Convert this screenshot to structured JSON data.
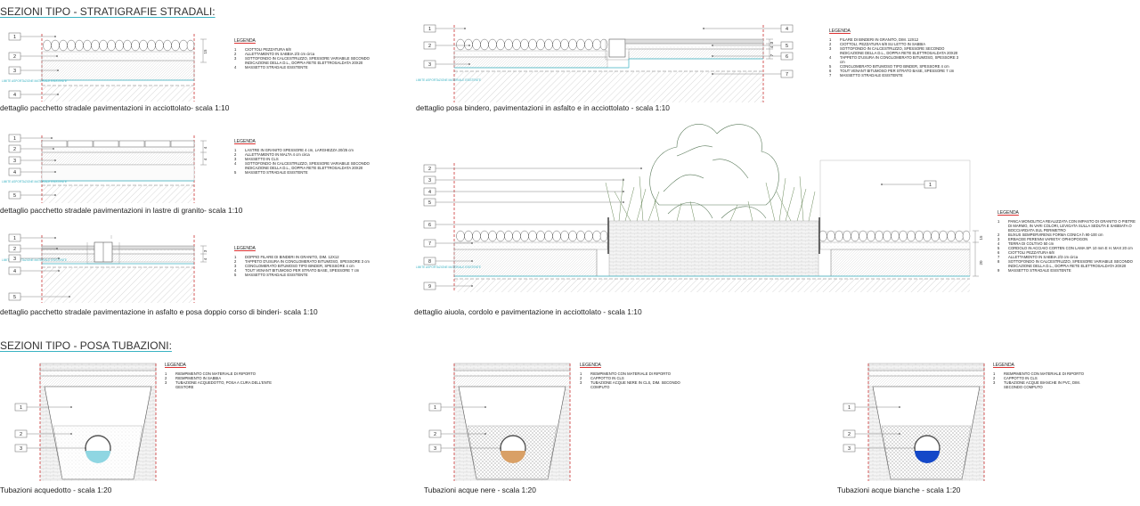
{
  "sections": {
    "stratigrafie_title": "SEZIONI TIPO - STRATIGRAFIE STRADALI:",
    "tubazioni_title": "SEZIONI TIPO - POSA TUBAZIONI:"
  },
  "shared": {
    "legend_title": "LEGENDA",
    "limit_label": "LIMITE ASPORTAZIONE MATERIALE ESISTENTE"
  },
  "details": {
    "acciottolato": {
      "caption": "dettaglio pacchetto stradale pavimentazioni in acciottolato- scala 1:10",
      "dims": [
        "15"
      ],
      "legend": [
        {
          "n": "1",
          "t": "CIOTTOLI PEZZATURA 6/8"
        },
        {
          "n": "2",
          "t": "ALLETTAMENTO IN SABBIA 2/3 cm circa"
        },
        {
          "n": "3",
          "t": "SOTTOFONDO IN CALCESTRUZZO, SPESSORE VARIABILE SECONDO INDICAZIONE DELLA D.L., DOPPIA RETE ELETTROSALDATA 20X20"
        },
        {
          "n": "4",
          "t": "MASSETTO STRADALE ESISTENTE"
        }
      ]
    },
    "granito": {
      "caption": "dettaglio pacchetto stradale pavimentazioni in lastre di granito- scala 1:10",
      "dims": [
        "4",
        "4"
      ],
      "legend": [
        {
          "n": "1",
          "t": "LASTRE IN GRANITO SPESSORE 4 cm, LARGHEZZA 20/25 cm"
        },
        {
          "n": "2",
          "t": "ALLETTAMENTO IN MALTA 4 cm circa"
        },
        {
          "n": "3",
          "t": "MASSETTO IN CLS"
        },
        {
          "n": "4",
          "t": "SOTTOFONDO IN CALCESTRUZZO, SPESSORE VARIABILE SECONDO INDICAZIONE DELLA D.L., DOPPIA RETE ELETTROSALDATA 20X20"
        },
        {
          "n": "5",
          "t": "MASSETTO STRADALE ESISTENTE"
        }
      ]
    },
    "asfalto_binderi": {
      "caption": "dettaglio pacchetto stradale pavimentazione in asfalto e posa doppio corso di binderi- scala 1:10",
      "dims": [
        "3",
        "4"
      ],
      "legend": [
        {
          "n": "1",
          "t": "DOPPIO FILARE DI BINDERI IN GRANITO, DIM. 12X12"
        },
        {
          "n": "2",
          "t": "TAPPETO D'USURA IN CONGLOMERATO BITUMOSO, SPESSORE 3 cm"
        },
        {
          "n": "3",
          "t": "CONGLOMERATO BITUMOSO TIPO BINDER, SPESSORE 4 cm"
        },
        {
          "n": "4",
          "t": "TOUT VENANT BITUMOSO PER STRATO BASE, SPESSORE 7 cm"
        },
        {
          "n": "5",
          "t": "MASSETTO STRADALE ESISTENTE"
        }
      ]
    },
    "bindero": {
      "caption": "dettaglio posa bindero, pavimentazioni in asfalto e in acciottolato - scala 1:10",
      "dims": [
        "3",
        "4",
        "7"
      ],
      "legend": [
        {
          "n": "1",
          "t": "FILARE DI BINDERI IN GRANITO, DIM. 12X12"
        },
        {
          "n": "2",
          "t": "CIOTTOLI, PEZZATURA 6/8 SU LETTO IN SABBIA"
        },
        {
          "n": "3",
          "t": "SOTTOFONDO IN CALCESTRUZZO, SPESSORE SECONDO INDICAZIONE DELLA D.L., DOPPIA RETE ELETTROSALDATA 20X20"
        },
        {
          "n": "4",
          "t": "TAPPETO D'USURA IN CONGLOMERATO BITUMOSO, SPESSORE 3 cm"
        },
        {
          "n": "5",
          "t": "CONGLOMERATO BITUMOSO TIPO BINDER, SPESSORE 4 cm"
        },
        {
          "n": "6",
          "t": "TOUT VENANT BITUMOSO PER STRATO BASE, SPESSORE 7 cm"
        },
        {
          "n": "7",
          "t": "MASSETTO STRADALE ESISTENTE"
        }
      ]
    },
    "aiuola": {
      "caption": "dettaglio aiuola, cordolo e pavimentazione in acciottolato - scala 1:10",
      "dims": [
        "15",
        "20"
      ],
      "legend": [
        {
          "n": "1",
          "t": "PANCA MONOLITICA REALIZZATA CON IMPASTO DI GRANITO O PIETRE DI MARMO, IN VARI COLORI, LEVIGATA SULLA SEDUTA E SABBIATA O BOCCIARDATA SUL PERIMETRO"
        },
        {
          "n": "2",
          "t": "BUXUS SEMPERVIRENS FORMA CONICA h 90-100 cm"
        },
        {
          "n": "3",
          "t": "ERBACEE PERENNI VARIETA' OPHIOPOGON"
        },
        {
          "n": "4",
          "t": "TERRA DI COLTIVO 50 cm"
        },
        {
          "n": "5",
          "t": "CORDOLO IN ACCIAIO CORTEN CON LAMA SP. 10 mm E H. MAX 20 cm"
        },
        {
          "n": "6",
          "t": "CIOTTOLI PEZZATURA 6/8"
        },
        {
          "n": "7",
          "t": "ALLETTAMENTO IN SABBIA 2/3 cm circa"
        },
        {
          "n": "8",
          "t": "SOTTOFONDO IN CALCESTRUZZO, SPESSORE VARIABILE SECONDO INDICAZIONE DELLA D.L., DOPPIA RETE ELETTROSALDATA 20X20"
        },
        {
          "n": "9",
          "t": "MASSETTO STRADALE ESISTENTE"
        }
      ]
    },
    "acquedotto": {
      "caption": "Tubazioni acquedotto - scala 1:20",
      "pipe_color": "#8fd6e2",
      "legend": [
        {
          "n": "1",
          "t": "RIEMPIMENTO CON MATERIALE DI RIPORTO"
        },
        {
          "n": "2",
          "t": "RIEMPIMENTO IN SABBIA"
        },
        {
          "n": "3",
          "t": "TUBAZIONE ACQUEDOTTO, POSA A CURA DELL'ENTE GESTORE"
        }
      ]
    },
    "acque_nere": {
      "caption": "Tubazioni acque nere - scala 1:20",
      "pipe_color": "#d9a066",
      "legend": [
        {
          "n": "1",
          "t": "RIEMPIMENTO CON MATERIALE DI RIPORTO"
        },
        {
          "n": "2",
          "t": "CAPPOTTO IN CLS"
        },
        {
          "n": "3",
          "t": "TUBAZIONE ACQUE NERE IN CLS, DIM. SECONDO COMPUTO"
        }
      ]
    },
    "acque_bianche": {
      "caption": "Tubazioni acque bianche - scala 1:20",
      "pipe_color": "#1448c8",
      "legend": [
        {
          "n": "1",
          "t": "RIEMPIMENTO CON MATERIALE DI RIPORTO"
        },
        {
          "n": "2",
          "t": "CAPPOTTO IN CLS"
        },
        {
          "n": "3",
          "t": "TUBAZIONE ACQUE BIANCHE IN PVC, DIM. SECONDO COMPUTO"
        }
      ]
    }
  }
}
